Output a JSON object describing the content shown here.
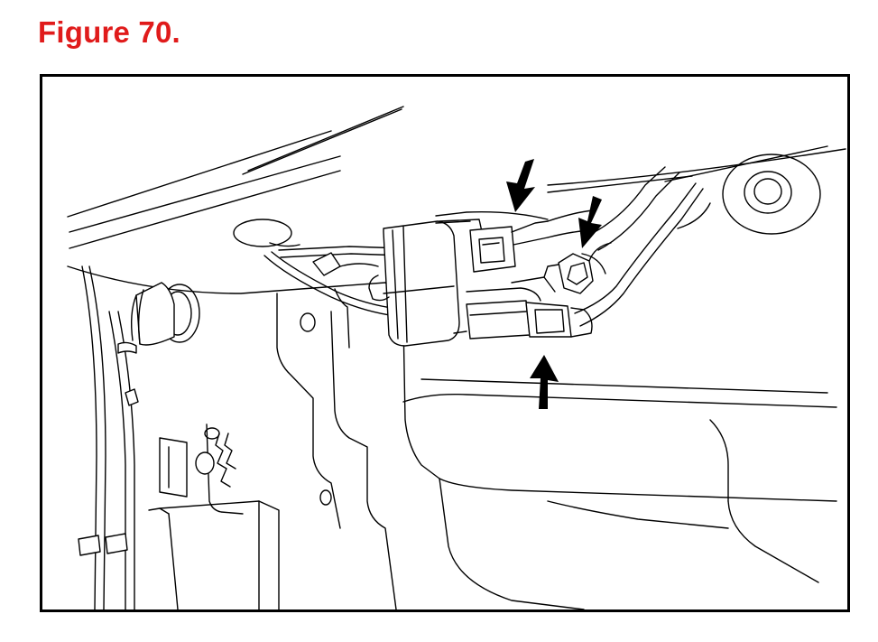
{
  "figure": {
    "title": "Figure 70.",
    "title_color": "#e01b1b"
  },
  "illustration": {
    "line_color": "#000000",
    "fill_color": "#ffffff",
    "callout_arrows": [
      {
        "name": "upper-left-callout-arrow",
        "direction": "down"
      },
      {
        "name": "upper-right-callout-arrow",
        "direction": "down-left"
      },
      {
        "name": "lower-callout-arrow",
        "direction": "up"
      }
    ],
    "icons": [
      "callout-arrow-icon"
    ]
  }
}
